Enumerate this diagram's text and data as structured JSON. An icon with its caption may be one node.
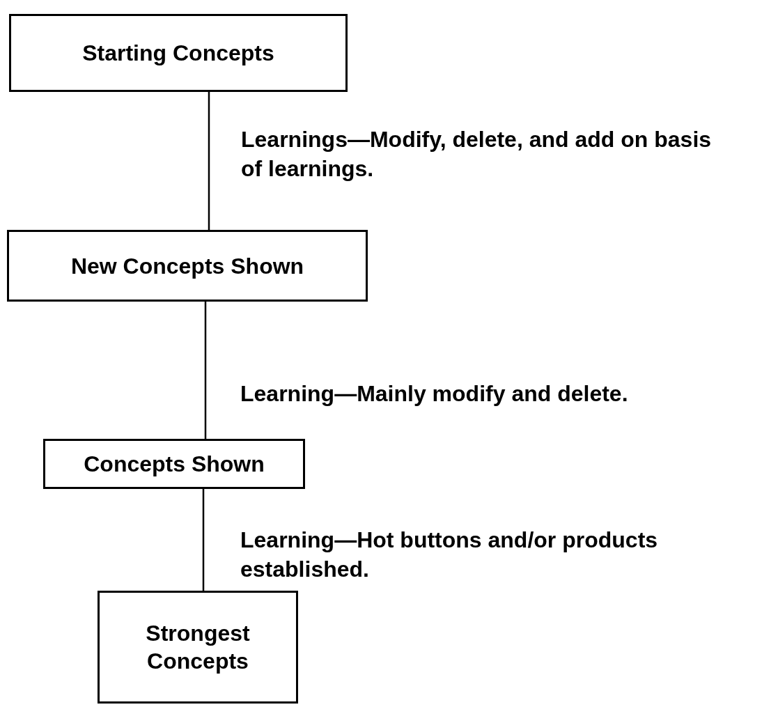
{
  "diagram": {
    "nodes": [
      {
        "text": [
          "Starting Concepts"
        ]
      },
      {
        "text": [
          "New Concepts Shown"
        ]
      },
      {
        "text": [
          "Concepts Shown"
        ]
      },
      {
        "text": [
          "Strongest Concepts"
        ]
      }
    ],
    "edges": [
      {
        "from": 0,
        "to": 1,
        "arrow": "none",
        "label": "Learnings—Modify, delete, and add on basis of learnings."
      },
      {
        "from": 1,
        "to": 2,
        "arrow": "none",
        "label": "Learning—Mainly modify and delete."
      },
      {
        "from": 2,
        "to": 3,
        "arrow": "none",
        "label": "Learning—Hot buttons and/or products established."
      }
    ]
  }
}
